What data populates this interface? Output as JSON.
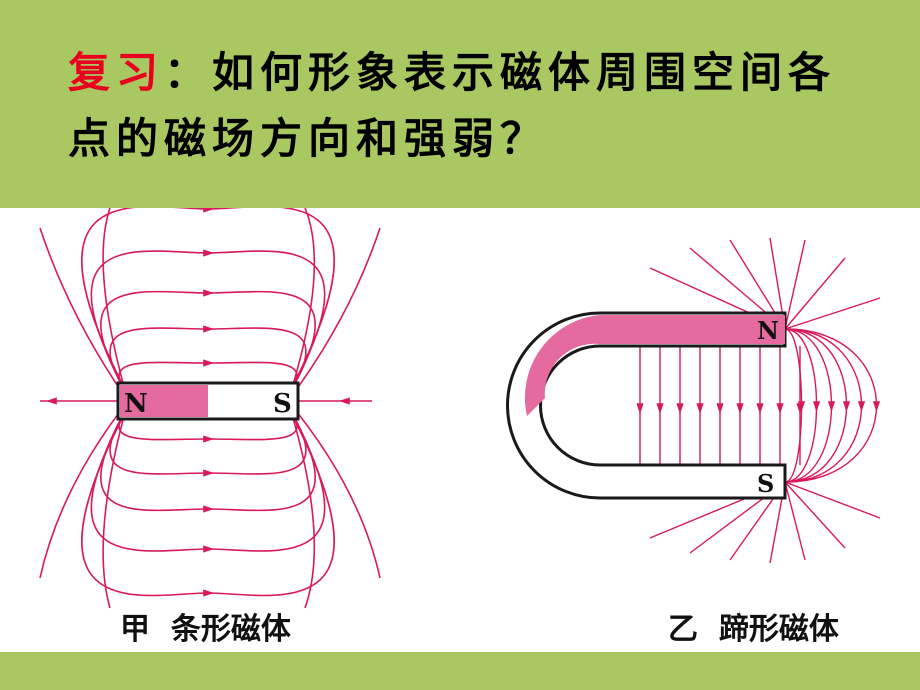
{
  "question": {
    "keyword": "复习",
    "colon": "：",
    "text": "如何形象表示磁体周围空间各点的磁场方向和强弱？"
  },
  "colors": {
    "header_green": "#a9c862",
    "keyword_red": "#e8001e",
    "field_line": "#d8195a",
    "pole_fill": "#e56aa0"
  },
  "bar_magnet": {
    "north_label": "N",
    "south_label": "S",
    "caption_letter": "甲",
    "caption_name": "条形磁体"
  },
  "u_magnet": {
    "north_label": "N",
    "south_label": "S",
    "caption_letter": "乙",
    "caption_name": "蹄形磁体"
  }
}
